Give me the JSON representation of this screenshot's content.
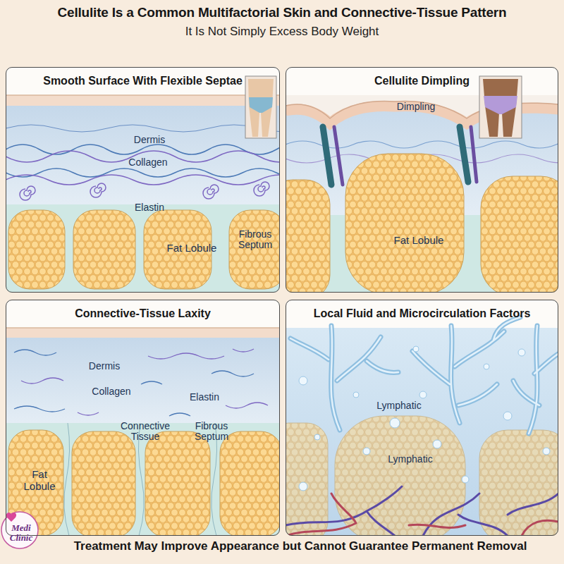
{
  "diagram": {
    "title": "Cellulite Is a Common Multifactorial Skin and Connective-Tissue Pattern",
    "caption": "Treatment May Improve Appearance but Cannot Guarantee Permanent Removal",
    "nodes": [
      {
        "text": [
          "Smooth Surface With Flexible Septae"
        ]
      },
      {
        "text": [
          "Cellulite Dimpling"
        ]
      },
      {
        "text": [
          "Connective-Tissue Laxity"
        ]
      },
      {
        "text": [
          "Local Fluid and Microcirculation Factors"
        ]
      }
    ],
    "labels": [
      "It Is Not Simply Excess Body Weight",
      "Dermis",
      "Collagen",
      "Elastin",
      "Fat Lobule",
      "Fibrous Septum",
      "Dimpling",
      "Fat Lobule",
      "Dermis",
      "Collagen",
      "Elastin",
      "Connective Tissue",
      "Fibrous Septum",
      "Fat Lobule",
      "Lymphatic",
      "Lymphatic",
      "Medi Clinic"
    ]
  }
}
